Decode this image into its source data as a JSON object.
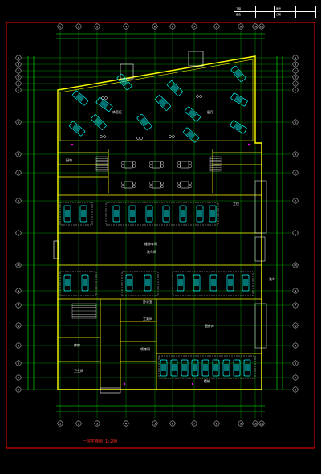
{
  "drawing": {
    "caption": "一层平面图  1:200",
    "title_block": {
      "rows": [
        [
          "工程",
          "图号"
        ],
        [
          "图名",
          "日期"
        ]
      ]
    },
    "grid_top": [
      "1",
      "2",
      "3",
      "4",
      "5",
      "6",
      "7",
      "8",
      "9",
      "10",
      "11"
    ],
    "grid_side": [
      "A",
      "B",
      "C",
      "D",
      "E",
      "F",
      "G",
      "H",
      "J",
      "K",
      "L",
      "M",
      "N",
      "P",
      "Q",
      "R",
      "S",
      "T",
      "U"
    ],
    "rooms": {
      "showroom": "展厅",
      "lounge": "休息区",
      "hall": "维修车间",
      "hall_sub": "洗车间",
      "parts": "配件库",
      "office": "办公室",
      "tools": "工具间",
      "paint": "喷漆间",
      "store": "库房",
      "wc": "卫生间",
      "stair": "楼梯",
      "elec": "配电",
      "right_label": "工位",
      "wash": "洗车"
    }
  },
  "colors": {
    "wall": "#ffff00",
    "grid": "#00ff00",
    "car": "#00ffff",
    "furniture": "#ffffff",
    "frame": "#ff0000",
    "accent": "#ff00ff"
  }
}
